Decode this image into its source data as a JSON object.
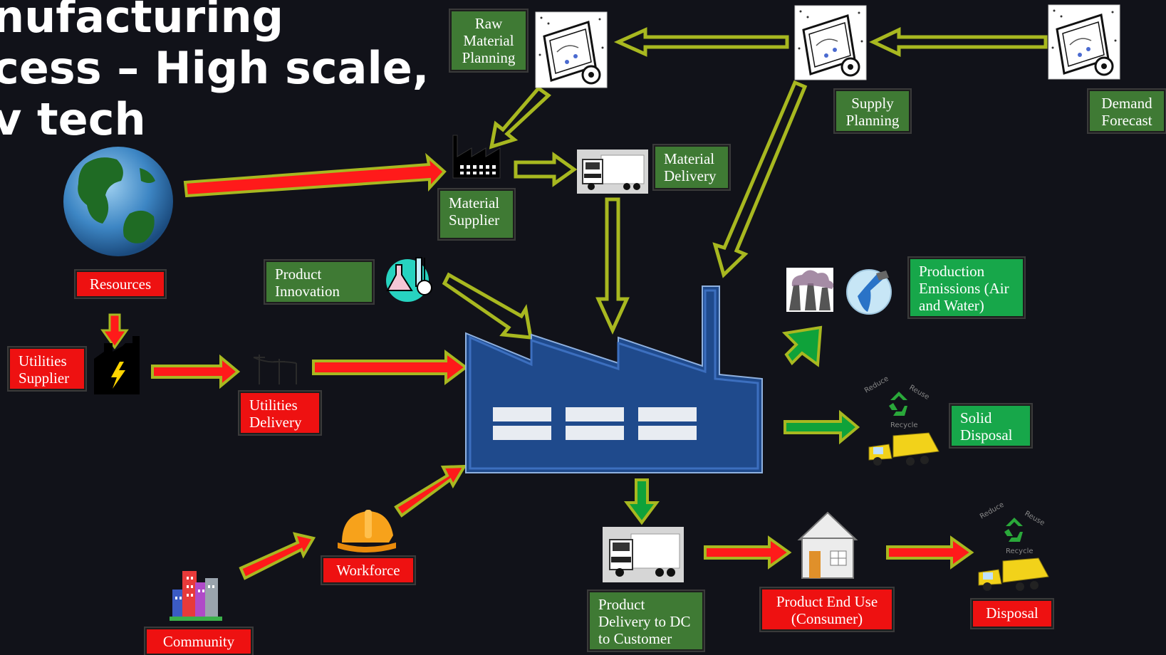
{
  "title": {
    "line1": "nufacturing",
    "line2": "cess – High scale,",
    "line3": "v tech"
  },
  "labels": {
    "raw_material_planning": "Raw Material Planning",
    "supply_planning": "Supply Planning",
    "demand_forecast": "Demand Forecast",
    "material_supplier": "Material Supplier",
    "material_delivery": "Material Delivery",
    "resources": "Resources",
    "product_innovation": "Product Innovation",
    "utilities_supplier": "Utilities Supplier",
    "utilities_delivery": "Utilities Delivery",
    "production_emissions": "Production Emissions (Air and Water)",
    "solid_disposal": "Solid Disposal",
    "workforce": "Workforce",
    "community": "Community",
    "product_delivery": "Product Delivery to DC to Customer",
    "product_end_use": "Product End Use (Consumer)",
    "disposal": "Disposal"
  },
  "recycle_text": {
    "reduce": "Reduce",
    "reuse": "Reuse",
    "recycle": "Recycle"
  },
  "colors": {
    "background": "#111219",
    "box_green": "#3f7a34",
    "box_red": "#ee1111",
    "box_bright_green": "#17a74a",
    "arrow_red": "#ff1a1a",
    "arrow_outline": "#a8b820",
    "arrow_green": "#0fa23a",
    "factory_blue": "#1f4a8c"
  },
  "icons": [
    "globe-icon",
    "planning-board-icon",
    "factory-icon",
    "truck-icon",
    "power-plant-icon",
    "utility-poles-icon",
    "lab-flask-icon",
    "hard-hat-icon",
    "city-icon",
    "house-icon",
    "smokestack-icon",
    "water-pollution-icon",
    "recycle-icon",
    "garbage-truck-icon"
  ]
}
